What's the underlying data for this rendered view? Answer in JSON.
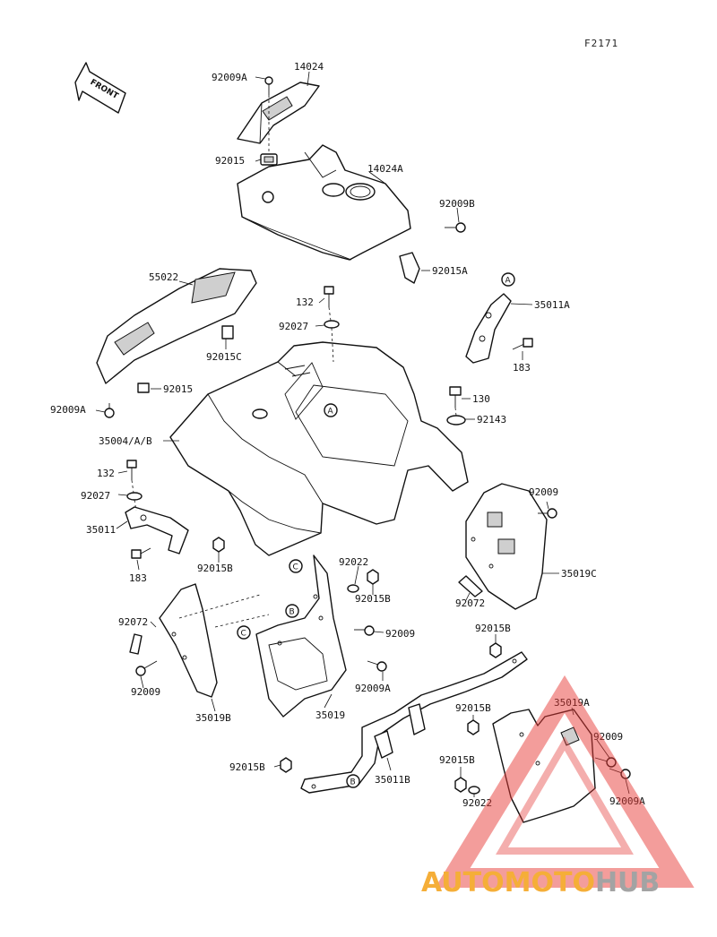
{
  "diagram_code": "F2171",
  "front_arrow": "FRONT",
  "labels": [
    {
      "id": "l1",
      "text": "92009A"
    },
    {
      "id": "l2",
      "text": "14024"
    },
    {
      "id": "l3",
      "text": "92015"
    },
    {
      "id": "l4",
      "text": "14024A"
    },
    {
      "id": "l5",
      "text": "92009B"
    },
    {
      "id": "l6",
      "text": "92015A"
    },
    {
      "id": "l7",
      "text": "55022"
    },
    {
      "id": "l8",
      "text": "92015C"
    },
    {
      "id": "l9",
      "text": "92015"
    },
    {
      "id": "l10",
      "text": "92009A"
    },
    {
      "id": "l11",
      "text": "132"
    },
    {
      "id": "l12",
      "text": "92027"
    },
    {
      "id": "l13",
      "text": "35011A"
    },
    {
      "id": "l14",
      "text": "183"
    },
    {
      "id": "l15",
      "text": "130"
    },
    {
      "id": "l16",
      "text": "92143"
    },
    {
      "id": "l17",
      "text": "35004/A/B"
    },
    {
      "id": "l18",
      "text": "132"
    },
    {
      "id": "l19",
      "text": "92027"
    },
    {
      "id": "l20",
      "text": "35011"
    },
    {
      "id": "l21",
      "text": "183"
    },
    {
      "id": "l22",
      "text": "92015B"
    },
    {
      "id": "l23",
      "text": "92022"
    },
    {
      "id": "l24",
      "text": "92015B"
    },
    {
      "id": "l25",
      "text": "92009"
    },
    {
      "id": "l26",
      "text": "35019C"
    },
    {
      "id": "l27",
      "text": "92072"
    },
    {
      "id": "l28",
      "text": "92072"
    },
    {
      "id": "l29",
      "text": "92009"
    },
    {
      "id": "l30",
      "text": "92009A"
    },
    {
      "id": "l31",
      "text": "92009"
    },
    {
      "id": "l32",
      "text": "35019B"
    },
    {
      "id": "l33",
      "text": "35019"
    },
    {
      "id": "l34",
      "text": "92015B"
    },
    {
      "id": "l35",
      "text": "35019A"
    },
    {
      "id": "l36",
      "text": "92015B"
    },
    {
      "id": "l37",
      "text": "92009"
    },
    {
      "id": "l38",
      "text": "92015B"
    },
    {
      "id": "l39",
      "text": "35011B"
    },
    {
      "id": "l40",
      "text": "92015B"
    },
    {
      "id": "l41",
      "text": "92022"
    },
    {
      "id": "l42",
      "text": "92009A"
    }
  ],
  "markers": [
    "A",
    "A",
    "B",
    "B",
    "C",
    "C"
  ],
  "watermark": {
    "text_orange": "AUTOMOTO",
    "text_gray": "HUB",
    "color_orange": "#f5a623",
    "color_gray": "#9a9a9a",
    "color_triangle": "#e53935"
  }
}
